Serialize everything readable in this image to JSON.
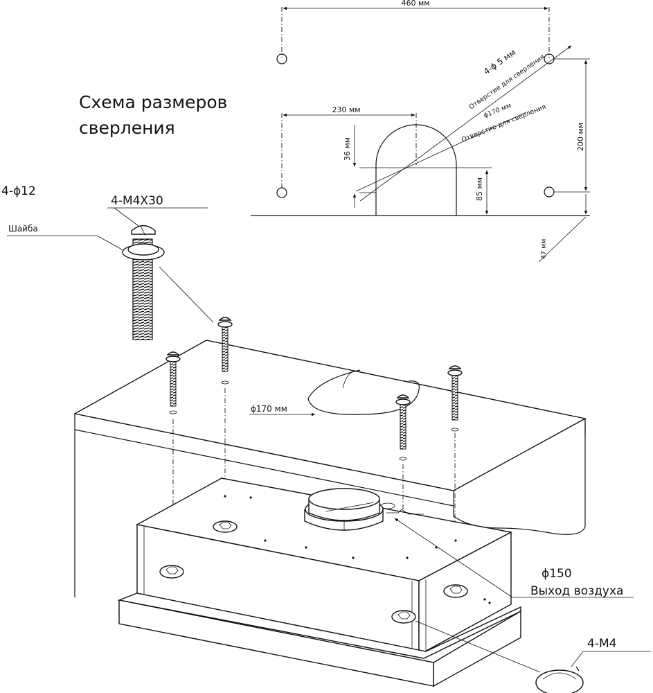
{
  "title_line1": "Схема размеров",
  "title_line2": "сверления",
  "drill": {
    "dim_460": "460 мм",
    "dim_230": "230 мм",
    "dim_200": "200 мм",
    "dim_36": "36 мм",
    "dim_85": "85 мм",
    "dim_47": "47 мм",
    "holes_small": "4-ϕ 5 мм",
    "hole_note": "Отверстие для сверления",
    "hole_large": "ϕ170 мм",
    "hole_note2": "Отверстие для сверления"
  },
  "parts": {
    "holes_12": "4-ϕ12",
    "screw": "4-M4X30",
    "washer": "Шайба",
    "cabinet_hole": "ϕ170 мм",
    "outlet_diameter": "ϕ150",
    "outlet_label": "Выход воздуха",
    "nuts": "4-M4"
  }
}
